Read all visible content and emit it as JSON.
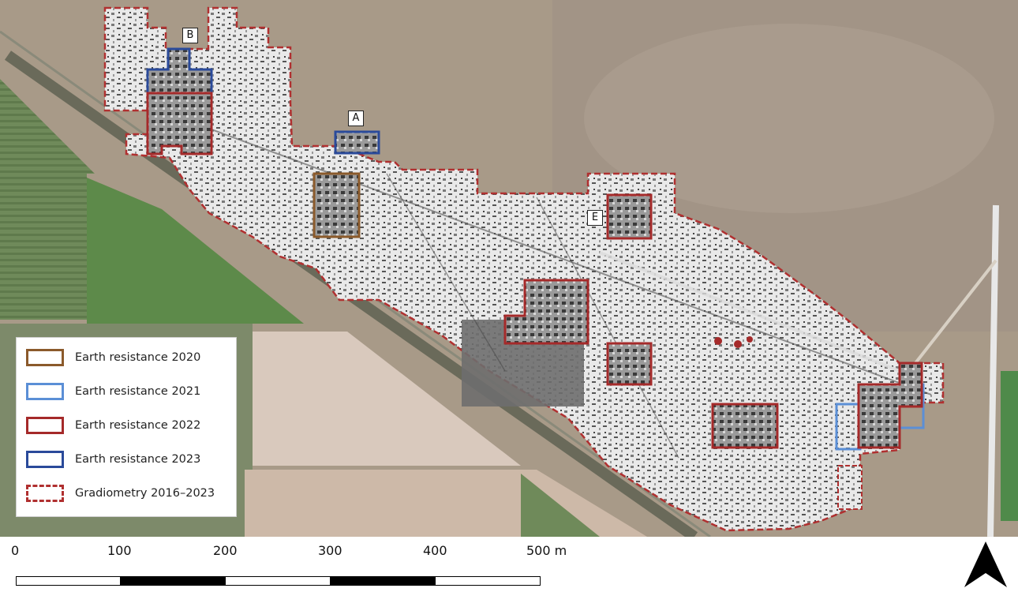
{
  "map": {
    "site_labels": [
      "A",
      "B",
      "E"
    ],
    "legend": [
      {
        "label": "Earth resistance 2020",
        "color": "#8b5a2b",
        "style": "solid"
      },
      {
        "label": "Earth resistance 2021",
        "color": "#5b8fd6",
        "style": "solid"
      },
      {
        "label": "Earth resistance 2022",
        "color": "#a52a2a",
        "style": "solid"
      },
      {
        "label": "Earth resistance 2023",
        "color": "#2a4a9a",
        "style": "solid"
      },
      {
        "label": "Gradiometry 2016–2023",
        "color": "#b03030",
        "style": "dashed"
      }
    ],
    "scale": {
      "ticks": [
        "0",
        "100",
        "200",
        "300",
        "400",
        "500 m"
      ]
    },
    "north_arrow": "north-arrow-icon"
  }
}
